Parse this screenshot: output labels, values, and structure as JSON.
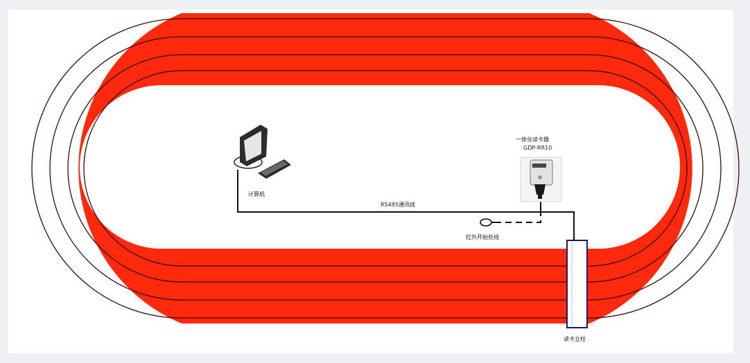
{
  "diagram": {
    "track_color": "#ff2a0d",
    "lane_line_color": "#3a0a05",
    "wire_color": "#111111",
    "labels": {
      "computer": "计算机",
      "cable": "RS485通讯线",
      "reader_title": "一体化读卡器",
      "reader_model": "GDP-RR10",
      "sensor": "红外开始处线",
      "post": "读卡立柱"
    },
    "icons": {
      "computer": "computer-monitor-keyboard-icon",
      "reader": "card-reader-device-icon",
      "sensor": "infrared-sensor-icon",
      "post": "reader-post-icon"
    }
  }
}
